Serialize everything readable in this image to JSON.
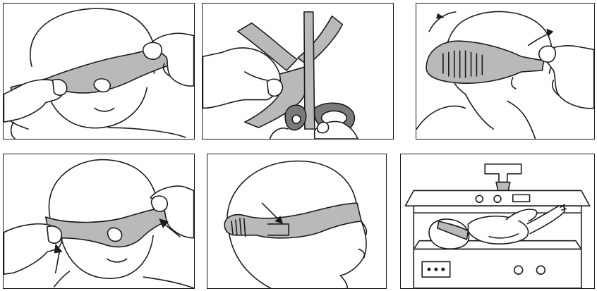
{
  "figure": {
    "panels": [
      {
        "id": 1,
        "icon": "applying-eye-mask-icon"
      },
      {
        "id": 2,
        "icon": "cutting-mask-with-scissors-icon"
      },
      {
        "id": 3,
        "icon": "attaching-velcro-strip-icon"
      },
      {
        "id": 4,
        "icon": "adjusting-mask-over-eyes-icon"
      },
      {
        "id": 5,
        "icon": "secured-eye-mask-icon"
      },
      {
        "id": 6,
        "icon": "infant-under-phototherapy-lamp-icon"
      }
    ],
    "colors": {
      "line": "#1a1a1a",
      "mask": "#b9b9b9",
      "scissor_handle": "#7a7a7a",
      "background": "#ffffff"
    }
  }
}
